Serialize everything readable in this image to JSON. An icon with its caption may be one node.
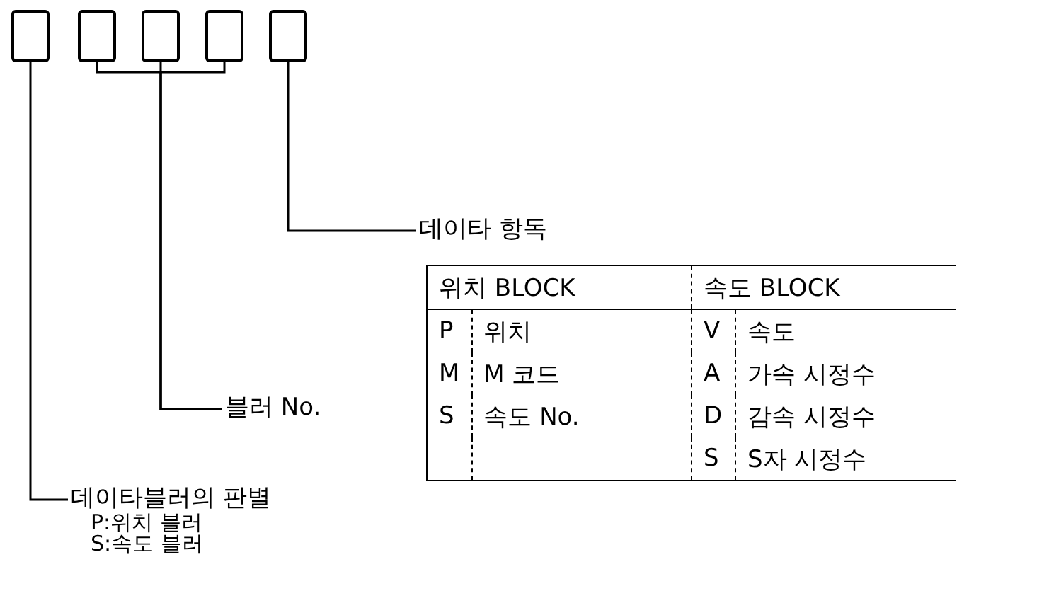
{
  "diagram": {
    "nodes": [
      {
        "text": [],
        "shape": "box"
      },
      {
        "text": [],
        "shape": "box"
      },
      {
        "text": [],
        "shape": "box"
      },
      {
        "text": [],
        "shape": "box"
      },
      {
        "text": [],
        "shape": "box"
      },
      {
        "text": [
          "데이타 항독"
        ]
      },
      {
        "text": [
          "블러 No."
        ]
      },
      {
        "text": [
          "데이타블러의 판별",
          "P:위치 블러",
          "S:속도 블러"
        ]
      }
    ],
    "edges": [
      {
        "from": 4,
        "to": 5,
        "arrow": "none"
      },
      {
        "from": 1,
        "to": 6,
        "arrow": "none"
      },
      {
        "from": 2,
        "to": 6,
        "arrow": "none"
      },
      {
        "from": 3,
        "to": 6,
        "arrow": "none"
      },
      {
        "from": 0,
        "to": 7,
        "arrow": "none"
      }
    ],
    "labels": [
      "위치 BLOCK",
      "속도 BLOCK",
      "P",
      "위치",
      "V",
      "속도",
      "M",
      "M 코드",
      "A",
      "가속 시정수",
      "S",
      "속도 No.",
      "D",
      "감속 시정수",
      "S",
      "S자 시정수"
    ]
  }
}
